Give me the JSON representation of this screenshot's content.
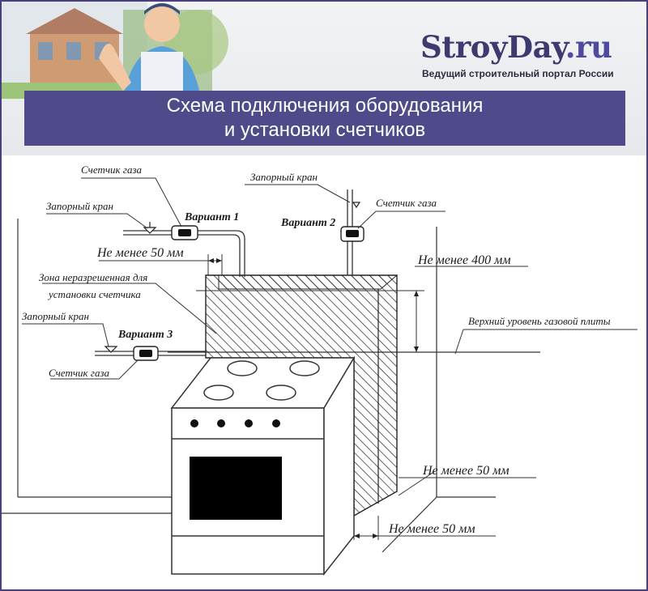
{
  "header": {
    "brand_main": "StroyDay",
    "brand_suffix": ".ru",
    "tagline": "Ведущий строительный портал России",
    "banner_line1": "Схема подключения оборудования",
    "banner_line2": "и установки счетчиков",
    "banner_color": "#4f4a8a"
  },
  "diagram": {
    "variant1": {
      "label": "Вариант 1",
      "meter_label": "Счетчик газа",
      "valve_label": "Запорный кран"
    },
    "variant2": {
      "label": "Вариант 2",
      "meter_label": "Счетчик газа",
      "valve_label": "Запорный кран"
    },
    "variant3": {
      "label": "Вариант 3",
      "meter_label": "Счетчик газа",
      "valve_label": "Запорный кран"
    },
    "dim_side": "Не менее 50 мм",
    "dim_top": "Не менее 400 мм",
    "zone_line1": "Зона неразрешенная для",
    "zone_line2": "установки счетчика",
    "stove_level": "Верхний уровень газовой плиты",
    "dim_right_top": "Не менее 50 мм",
    "dim_right_bottom": "Не менее 50 мм"
  }
}
